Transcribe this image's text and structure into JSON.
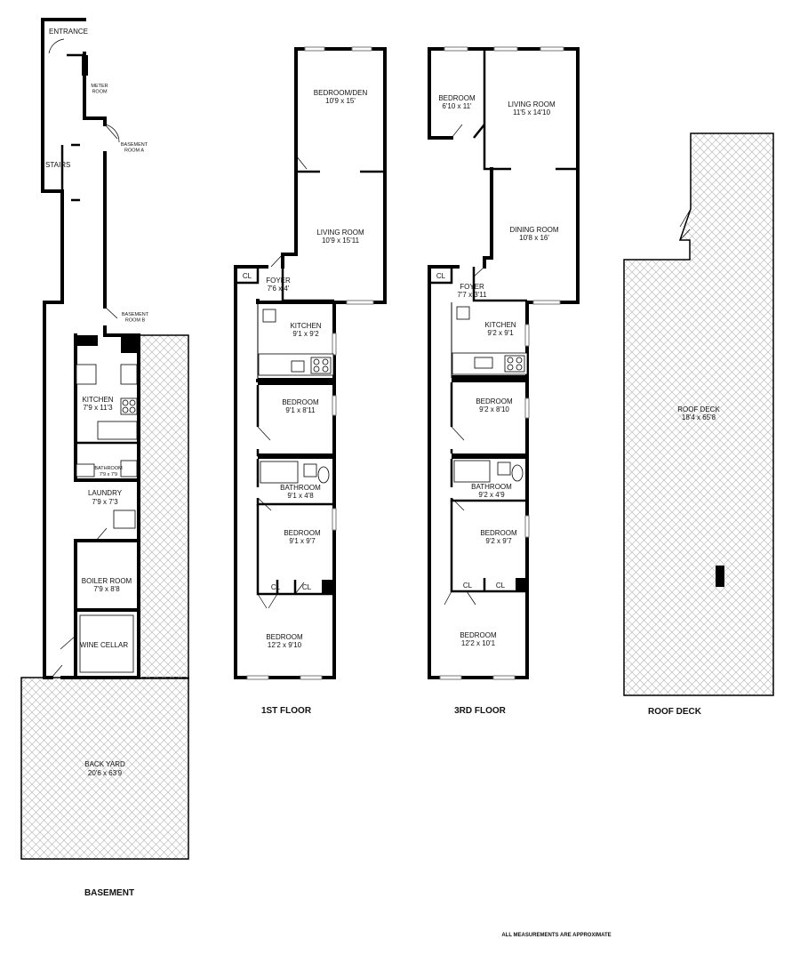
{
  "floors": {
    "basement": {
      "title": "BASEMENT",
      "rooms": {
        "entrance": "ENTRANCE",
        "meter_room": "METER\nROOM",
        "stairs": "STAIRS",
        "basement_room_a": "BASEMENT\nROOM A",
        "basement_room_b": "BASEMENT\nROOM B",
        "kitchen": {
          "name": "KITCHEN",
          "size": "7'9 x 11'3"
        },
        "bathroom": {
          "name": "BATHROOM",
          "size": "7'9 x 7'9"
        },
        "laundry": {
          "name": "LAUNDRY",
          "size": "7'9 x 7'3"
        },
        "boiler_room": {
          "name": "BOILER ROOM",
          "size": "7'9 x 8'8"
        },
        "wine_cellar": {
          "name": "WINE CELLAR"
        },
        "back_yard": {
          "name": "BACK YARD",
          "size": "20'6 x 63'9"
        }
      }
    },
    "first": {
      "title": "1ST FLOOR",
      "rooms": {
        "bedroom_den": {
          "name": "BEDROOM/DEN",
          "size": "10'9 x 15'"
        },
        "living_room": {
          "name": "LIVING ROOM",
          "size": "10'9 x 15'11"
        },
        "foyer": {
          "name": "FOYER",
          "size": "7'6 x 4'"
        },
        "cl_foyer": "CL",
        "kitchen": {
          "name": "KITCHEN",
          "size": "9'1 x 9'2"
        },
        "bedroom_1": {
          "name": "BEDROOM",
          "size": "9'1 x 8'11"
        },
        "bathroom": {
          "name": "BATHROOM",
          "size": "9'1 x 4'8"
        },
        "bedroom_2": {
          "name": "BEDROOM",
          "size": "9'1 x 9'7"
        },
        "cl_left": "CL",
        "cl_right": "CL",
        "bedroom_3": {
          "name": "BEDROOM",
          "size": "12'2 x 9'10"
        }
      }
    },
    "third": {
      "title": "3RD FLOOR",
      "rooms": {
        "bedroom_small": {
          "name": "BEDROOM",
          "size": "6'10 x 11'"
        },
        "living_room": {
          "name": "LIVING ROOM",
          "size": "11'5 x 14'10"
        },
        "dining_room": {
          "name": "DINING ROOM",
          "size": "10'8 x 16'"
        },
        "foyer": {
          "name": "FOYER",
          "size": "7'7 x 3'11"
        },
        "cl_foyer": "CL",
        "kitchen": {
          "name": "KITCHEN",
          "size": "9'2 x 9'1"
        },
        "bedroom_1": {
          "name": "BEDROOM",
          "size": "9'2 x 8'10"
        },
        "bathroom": {
          "name": "BATHROOM",
          "size": "9'2 x 4'9"
        },
        "bedroom_2": {
          "name": "BEDROOM",
          "size": "9'2 x 9'7"
        },
        "cl_left": "CL",
        "cl_right": "CL",
        "bedroom_3": {
          "name": "BEDROOM",
          "size": "12'2 x 10'1"
        }
      }
    },
    "roof": {
      "title": "ROOF DECK",
      "rooms": {
        "roof_deck": {
          "name": "ROOF DECK",
          "size": "18'4 x 65'8"
        }
      }
    }
  },
  "footnote": "ALL MEASUREMENTS ARE APPROXIMATE"
}
